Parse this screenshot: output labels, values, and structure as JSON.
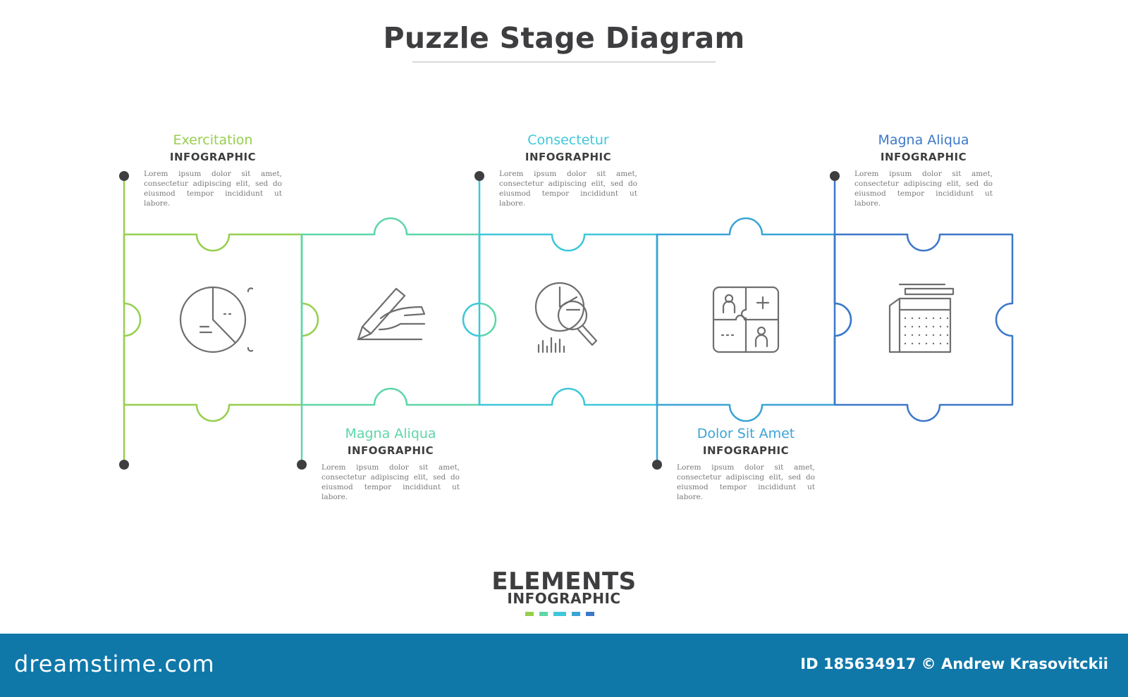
{
  "title": "Puzzle Stage Diagram",
  "steps": [
    {
      "heading": "Exercitation",
      "sub": "INFOGRAPHIC",
      "body": "Lorem ipsum dolor sit amet, consectetur adipiscing elit, sed do eiusmod tempor incididunt ut labore.",
      "color": "#96cf4f",
      "icon": "pie-chart-icon",
      "label_position": "top"
    },
    {
      "heading": "Magna Aliqua",
      "sub": "INFOGRAPHIC",
      "body": "Lorem ipsum dolor sit amet, consectetur adipiscing elit, sed do eiusmod tempor incididunt ut labore.",
      "color": "#5ed6a8",
      "icon": "hand-writing-icon",
      "label_position": "bottom"
    },
    {
      "heading": "Consectetur",
      "sub": "INFOGRAPHIC",
      "body": "Lorem ipsum dolor sit amet, consectetur adipiscing elit, sed do eiusmod tempor incididunt ut labore.",
      "color": "#3fc7d9",
      "icon": "data-analysis-icon",
      "label_position": "top"
    },
    {
      "heading": "Dolor Sit Amet",
      "sub": "INFOGRAPHIC",
      "body": "Lorem ipsum dolor sit amet, consectetur adipiscing elit, sed do eiusmod tempor incididunt ut labore.",
      "color": "#3aa4d6",
      "icon": "team-puzzle-icon",
      "label_position": "bottom"
    },
    {
      "heading": "Magna Aliqua",
      "sub": "INFOGRAPHIC",
      "body": "Lorem ipsum dolor sit amet, consectetur adipiscing elit, sed do eiusmod tempor incididunt ut labore.",
      "color": "#3d78c9",
      "icon": "calendar-plan-icon",
      "label_position": "top"
    }
  ],
  "logo": {
    "main": "ELEMENTS",
    "sub": "INFOGRAPHIC",
    "dash_colors": [
      "#96cf4f",
      "#5ed6a8",
      "#3fc7d9",
      "#3aa4d6",
      "#3d78c9"
    ]
  },
  "footer": {
    "brand": "dreamstime.com",
    "credit": "ID 185634917 © Andrew Krasovitckii"
  },
  "colors": {
    "dot": "#3e3e40",
    "icon": "#6e6e6e",
    "footer_bg": "#0f78a9"
  }
}
